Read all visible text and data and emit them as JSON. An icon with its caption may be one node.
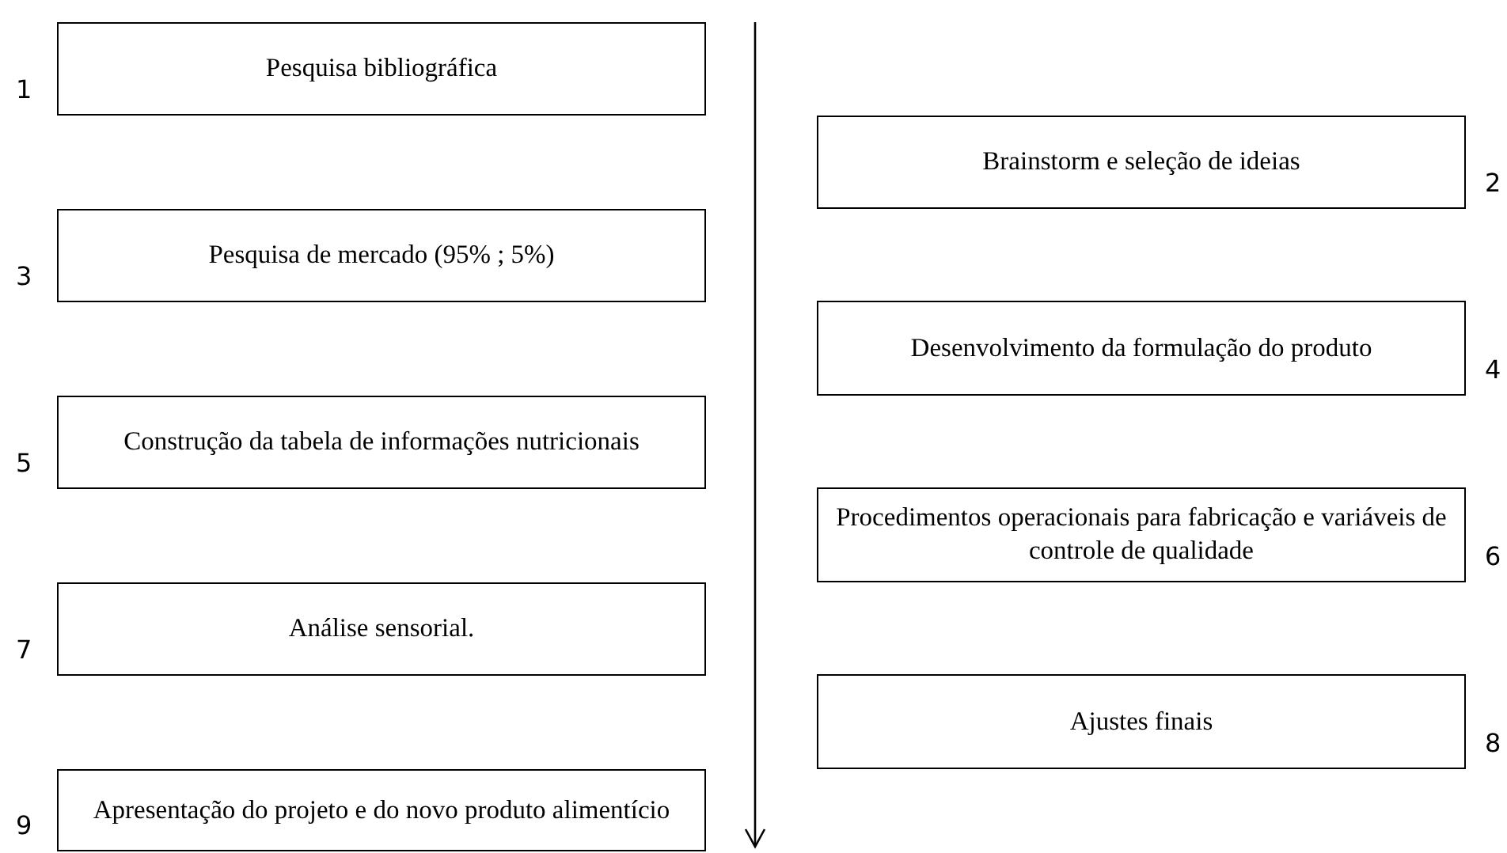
{
  "diagram": {
    "nodes": [
      {
        "text": [
          "Pesquisa bibliográfica"
        ],
        "beside": [
          "1"
        ]
      },
      {
        "text": [
          "Brainstorm e seleção de ideias"
        ],
        "beside": [
          "2"
        ]
      },
      {
        "text": [
          "Pesquisa de mercado (95% ; 5%)"
        ],
        "beside": [
          "3"
        ]
      },
      {
        "text": [
          "Desenvolvimento da formulação do produto"
        ],
        "beside": [
          "4"
        ]
      },
      {
        "text": [
          "Construção da tabela de informações nutricionais"
        ],
        "beside": [
          "5"
        ]
      },
      {
        "text": [
          "Procedimentos operacionais para fabricação e variáveis de controle de qualidade"
        ],
        "beside": [
          "6"
        ]
      },
      {
        "text": [
          "Análise sensorial."
        ],
        "beside": [
          "7"
        ]
      },
      {
        "text": [
          "Ajustes finais"
        ],
        "beside": [
          "8"
        ]
      },
      {
        "text": [
          "Apresentação do projeto e do novo produto alimentício"
        ],
        "beside": [
          "9"
        ]
      }
    ]
  }
}
